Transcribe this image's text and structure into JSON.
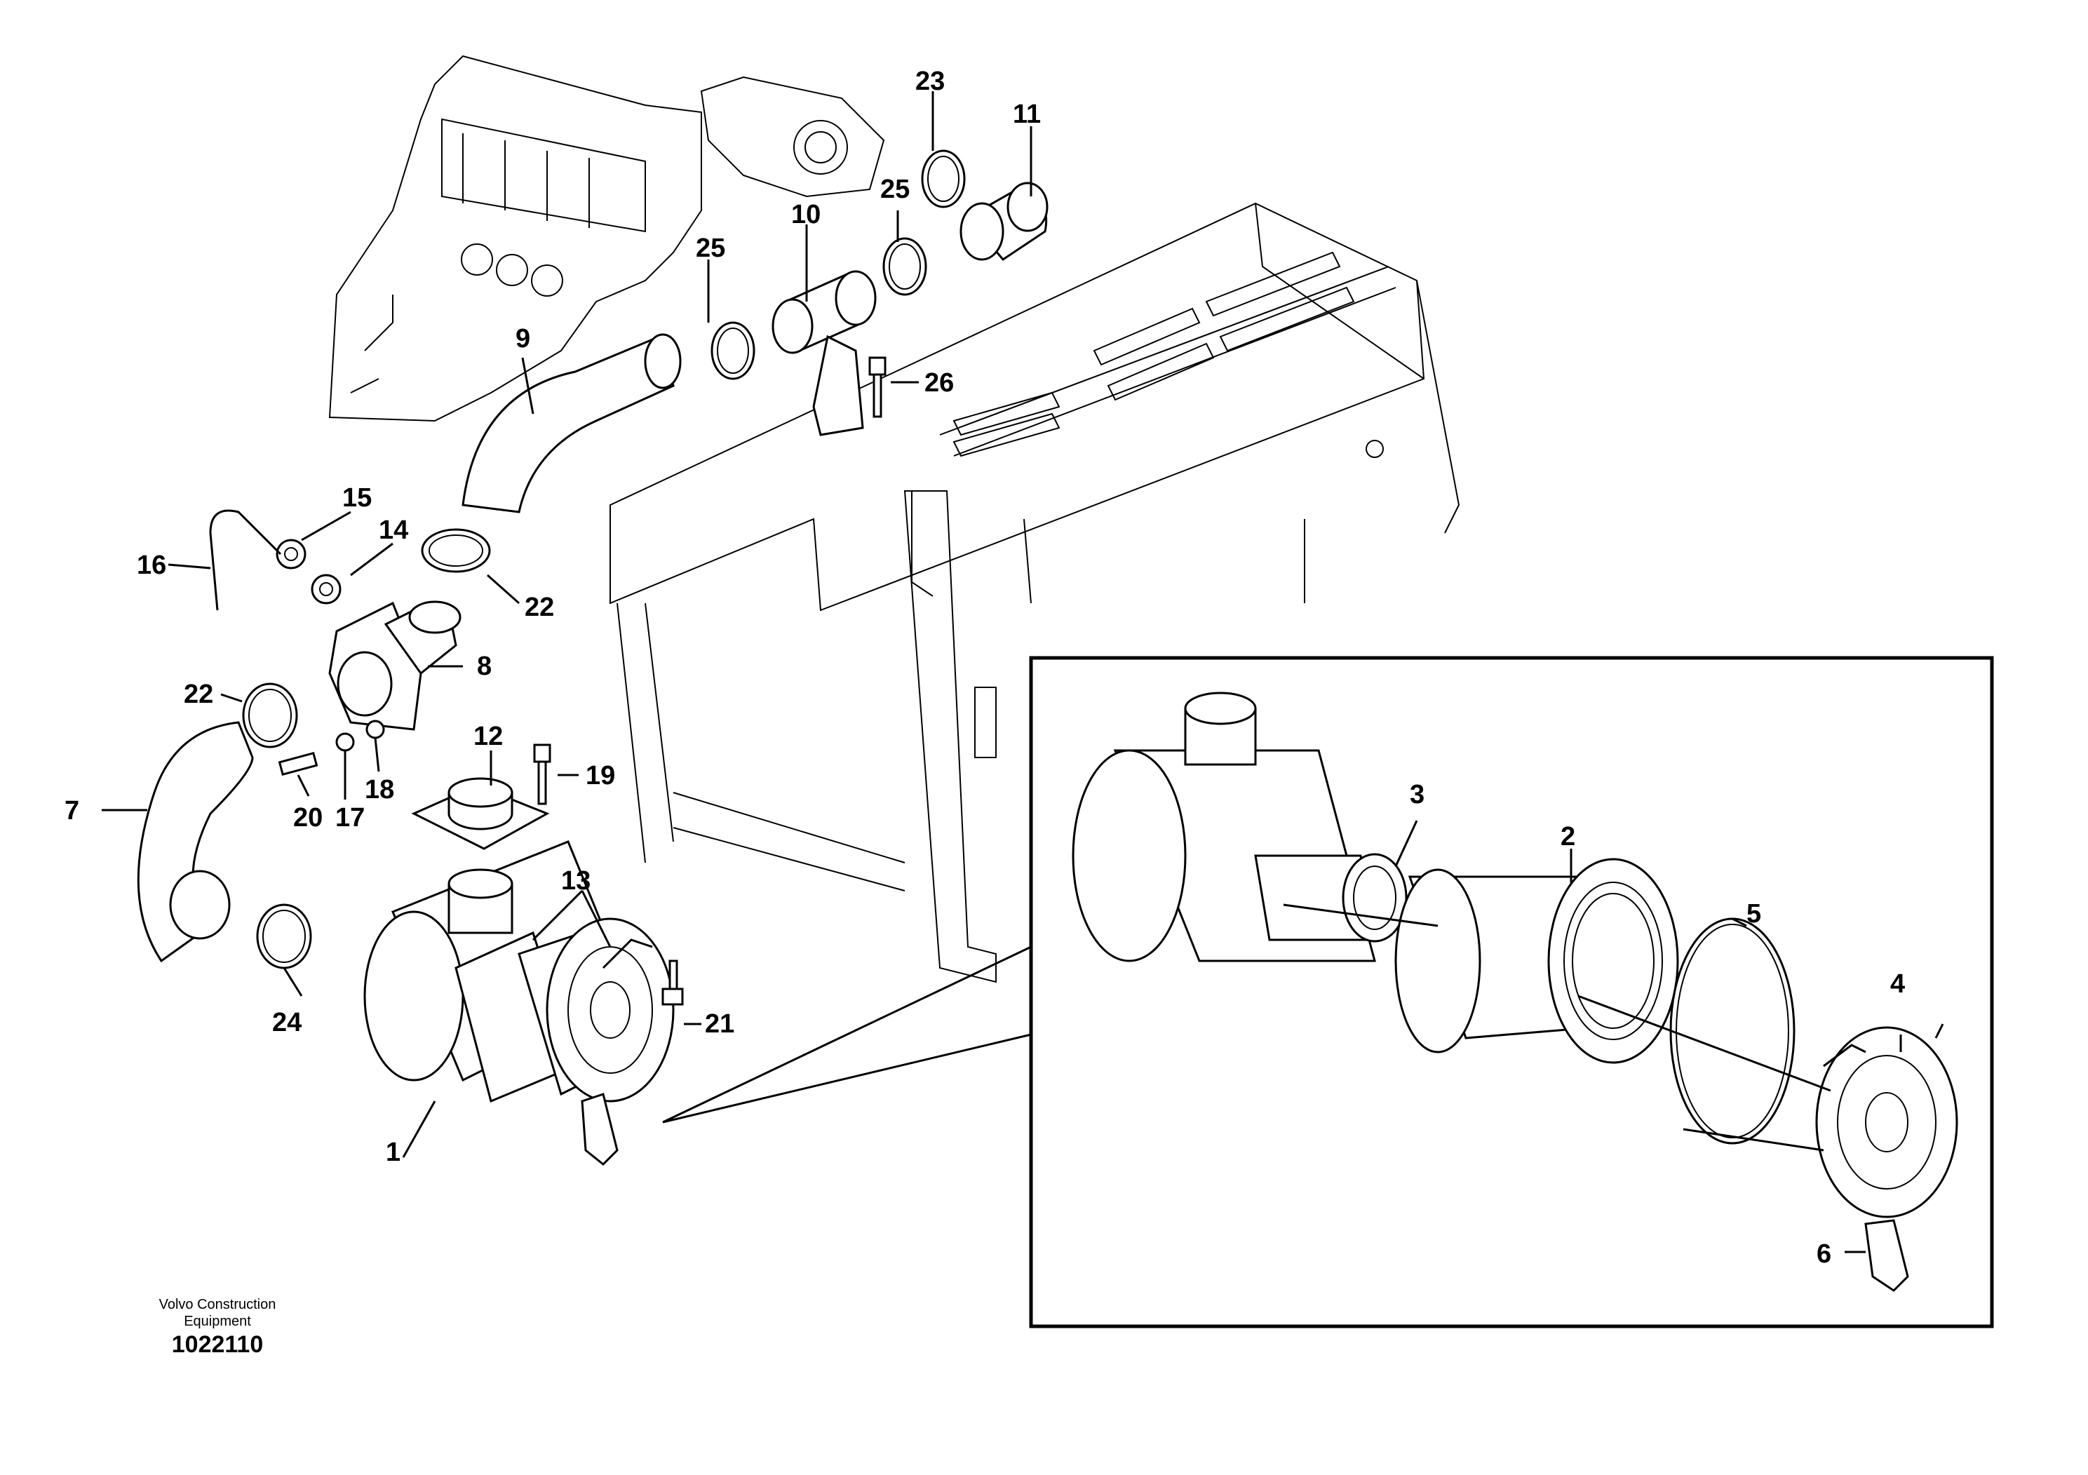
{
  "diagram": {
    "callouts": [
      "1",
      "2",
      "3",
      "4",
      "5",
      "6",
      "7",
      "8",
      "9",
      "10",
      "11",
      "12",
      "13",
      "14",
      "15",
      "16",
      "17",
      "18",
      "19",
      "20",
      "21",
      "22",
      "22",
      "23",
      "24",
      "25",
      "25",
      "26"
    ]
  },
  "footer": {
    "credit_line1": "Volvo Construction",
    "credit_line2": "Equipment",
    "code": "1022110"
  }
}
